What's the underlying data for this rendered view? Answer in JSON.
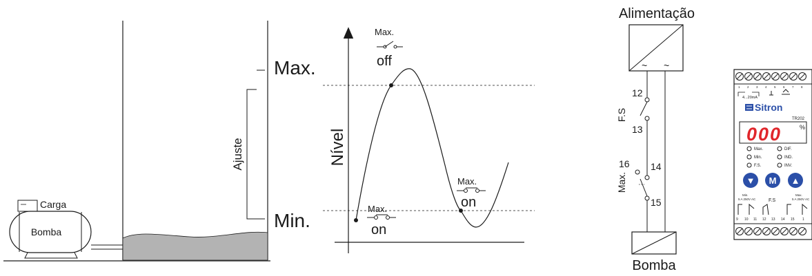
{
  "tank": {
    "carga_label": "Carga",
    "bomba_label": "Bomba",
    "ajuste_label": "Ajuste"
  },
  "graph": {
    "level_axis_label": "Nível",
    "max_label": "Max.",
    "min_label": "Min.",
    "switch_labels": {
      "peak_switch": "Max.",
      "peak_state": "off",
      "start_switch": "Max.",
      "start_state": "on",
      "valley_switch": "Max.",
      "valley_state": "on"
    }
  },
  "wiring": {
    "power_label": "Alimentação",
    "pump_label": "Bomba",
    "ac_symbol_left": "~",
    "ac_symbol_right": "~",
    "fs_label": "F.S",
    "max_label": "Max.",
    "terminals": {
      "t12": "12",
      "t13": "13",
      "t14": "14",
      "t15": "15",
      "t16": "16"
    }
  },
  "device": {
    "brand": "Sitron",
    "model": "TR202",
    "display_value": "000",
    "unit": "%",
    "current_label": "4...20mA",
    "indicators_left": [
      "Max.",
      "Min.",
      "F.S."
    ],
    "indicators_right": [
      "DIF.",
      "IND.",
      "INV."
    ],
    "buttons": {
      "down": "▼",
      "mode": "M",
      "up": "▲"
    },
    "bottom_labels": {
      "min": "Min.",
      "fs": "F.S",
      "max": "Max."
    },
    "bottom_ratings": {
      "min": "5 A 250V AC",
      "max": "5 A 250V AC"
    },
    "terminal_numbers_bottom": [
      "9",
      "10",
      "11",
      "12",
      "13",
      "14",
      "15",
      "1"
    ],
    "terminal_numbers_top": [
      "1",
      "2",
      "3",
      "4",
      "5",
      "6",
      "7",
      "8"
    ],
    "colors": {
      "display": "#e0262b",
      "button": "#2b4fa8",
      "brand": "#2b4fa8"
    }
  }
}
